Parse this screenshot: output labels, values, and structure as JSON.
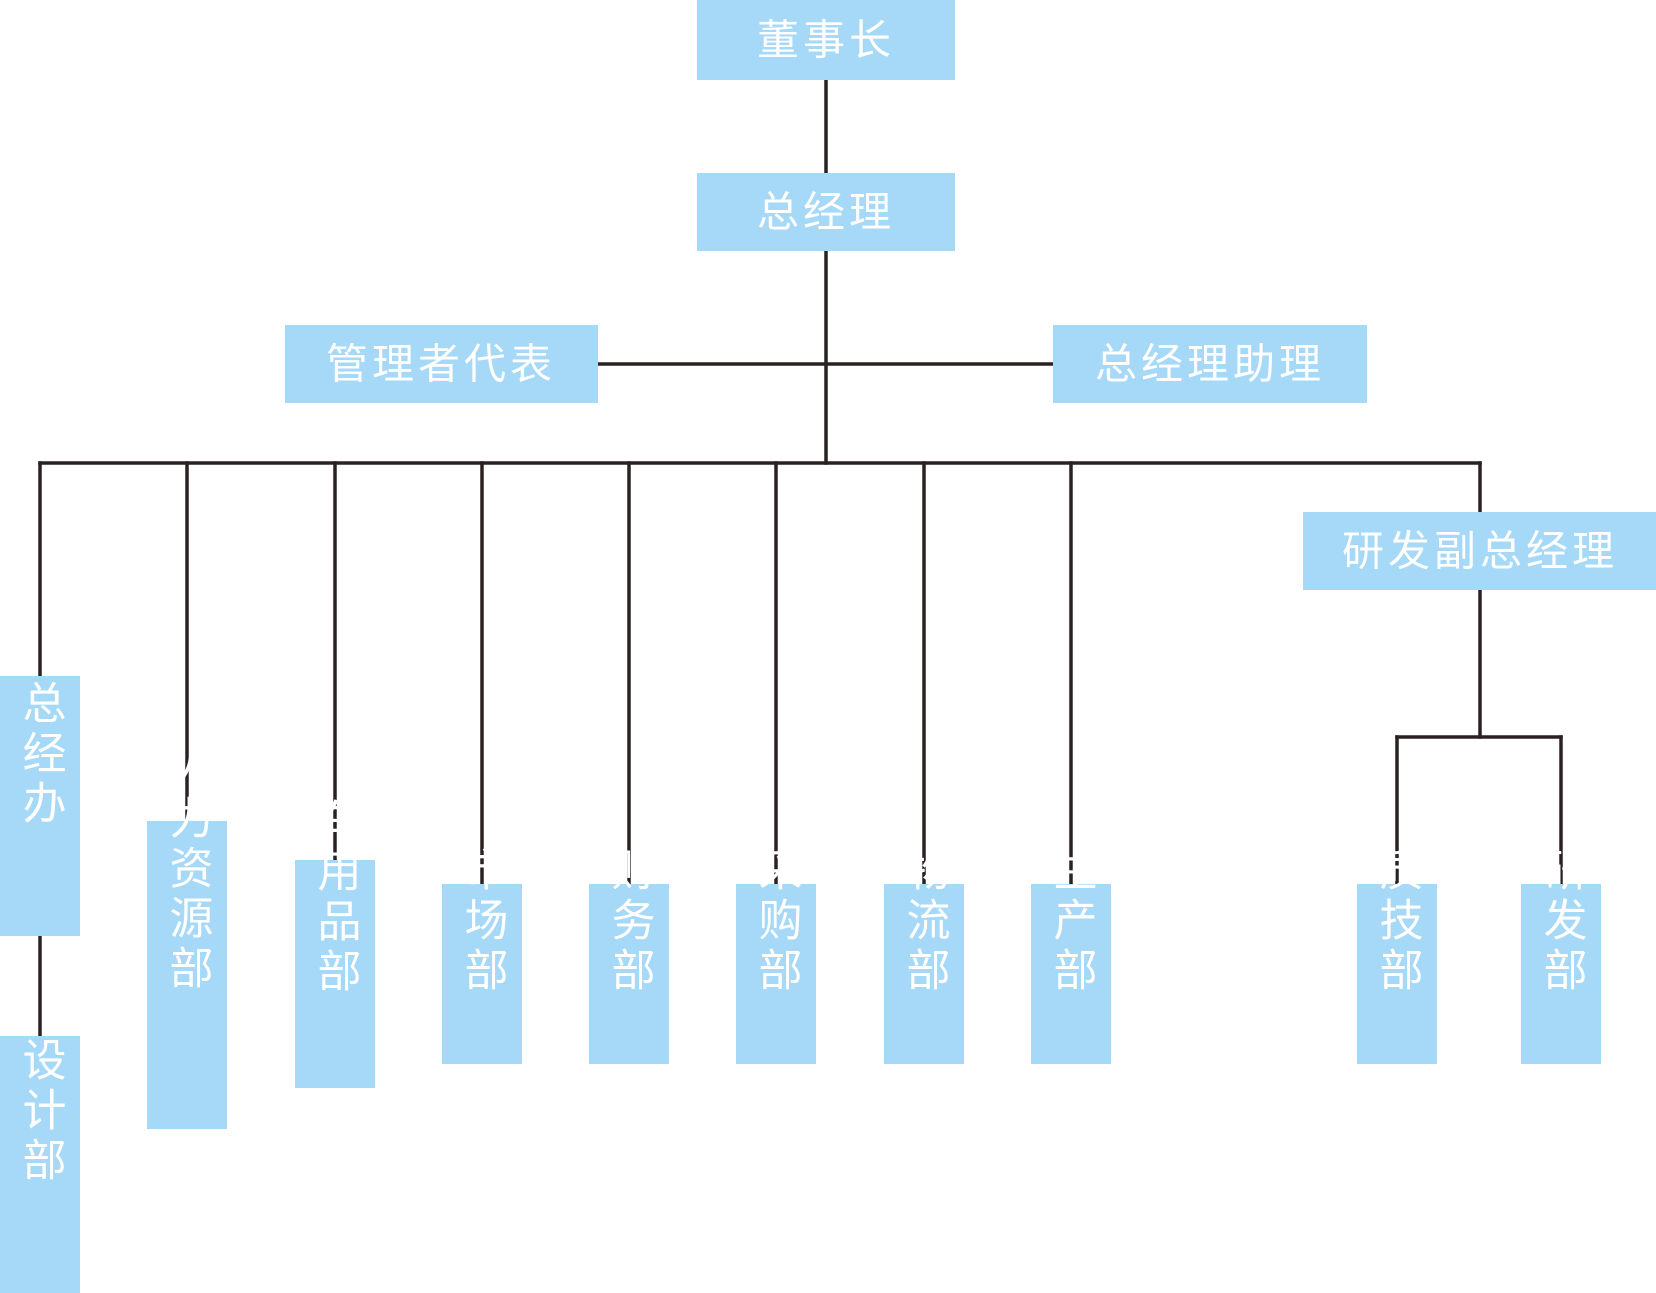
{
  "nodes": {
    "chairman": "董事长",
    "general_manager": "总经理",
    "management_rep": "管理者代表",
    "gm_assistant": "总经理助理",
    "rd_vice_gm": "研发副总经理",
    "gm_office": "总经办",
    "design": "设计部",
    "hr": "人力资源部",
    "vehicle_supplies": "车用品部",
    "marketing": "市场部",
    "finance": "财务部",
    "purchasing": "采购部",
    "logistics": "物流部",
    "production": "生产部",
    "quality": "质技部",
    "rd": "研发部"
  },
  "colors": {
    "node_fill": "#a6d8f7",
    "node_text": "#ffffff",
    "line": "#2a2222"
  }
}
